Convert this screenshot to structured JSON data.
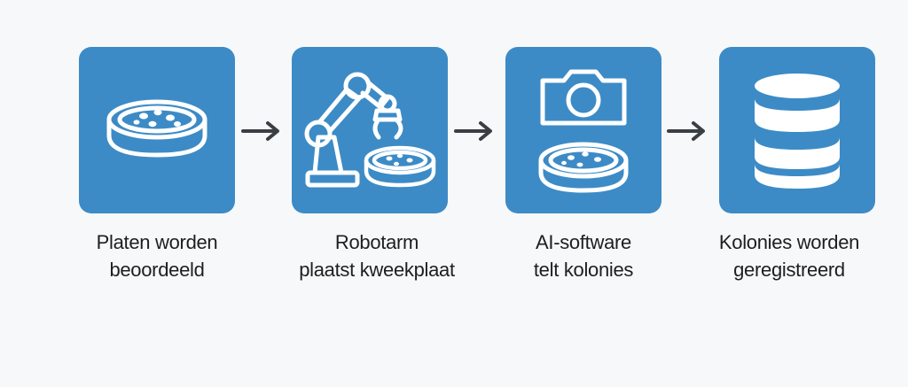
{
  "steps": [
    {
      "icon": "petri-dish-icon",
      "label_line1": "Platen worden",
      "label_line2": "beoordeeld"
    },
    {
      "icon": "robot-arm-icon",
      "label_line1": "Robotarm",
      "label_line2": "plaatst kweekplaat"
    },
    {
      "icon": "camera-petri-dish-icon",
      "label_line1": "AI-software",
      "label_line2": "telt kolonies"
    },
    {
      "icon": "database-icon",
      "label_line1": "Kolonies worden",
      "label_line2": "geregistreerd"
    }
  ],
  "arrows": [
    "arrow-right-icon",
    "arrow-right-icon",
    "arrow-right-icon"
  ],
  "colors": {
    "box": "#3c8bc6",
    "icon": "#ffffff",
    "arrow": "#3a3f44",
    "text": "#1e1e1e",
    "background": "#f7f8fa"
  }
}
